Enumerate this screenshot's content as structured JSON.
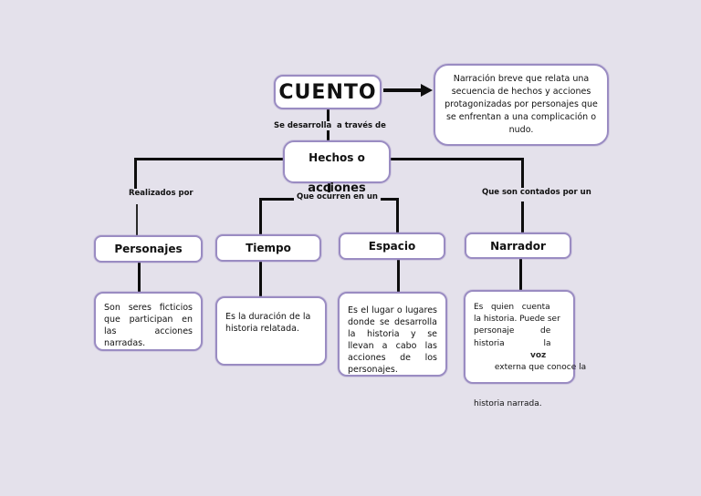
{
  "page": {
    "bg_color": "#e4e1eb",
    "box_border_color": "#9a8cc2",
    "line_color": "#0d0d0d"
  },
  "cuento": {
    "label": "CUENTO"
  },
  "definition": {
    "text": "Narración breve que relata una secuencia de hechos y acciones protagonizadas por personajes que se enfrentan a una complicación o nudo."
  },
  "hechos": {
    "line1": "Hechos o",
    "line2": "acciones"
  },
  "labels": {
    "se_desarrolla": "Se desarrolla",
    "a_traves_de": "a través de",
    "realizados_por": "Realizados por",
    "que_ocurren_en_un": "Que ocurren en un",
    "que_son_contados_por_un": "Que son contados por un"
  },
  "nodes": {
    "personajes": {
      "label": "Personajes",
      "desc": "Son seres ficticios que participan en las acciones narradas."
    },
    "tiempo": {
      "label": "Tiempo",
      "desc": "Es la duración de la historia relatada."
    },
    "espacio": {
      "label": "Espacio",
      "desc": "Es el lugar o lugares donde se desarrolla la historia y se llevan a cabo las acciones de los personajes."
    },
    "narrador": {
      "label": "Narrador",
      "desc_lines": [
        "Es   quien   cuenta",
        "la historia. Puede ser",
        "personaje          de",
        "historia               la",
        "externa que conoce la",
        "historia narrada."
      ],
      "desc_overlay": "voz"
    }
  }
}
